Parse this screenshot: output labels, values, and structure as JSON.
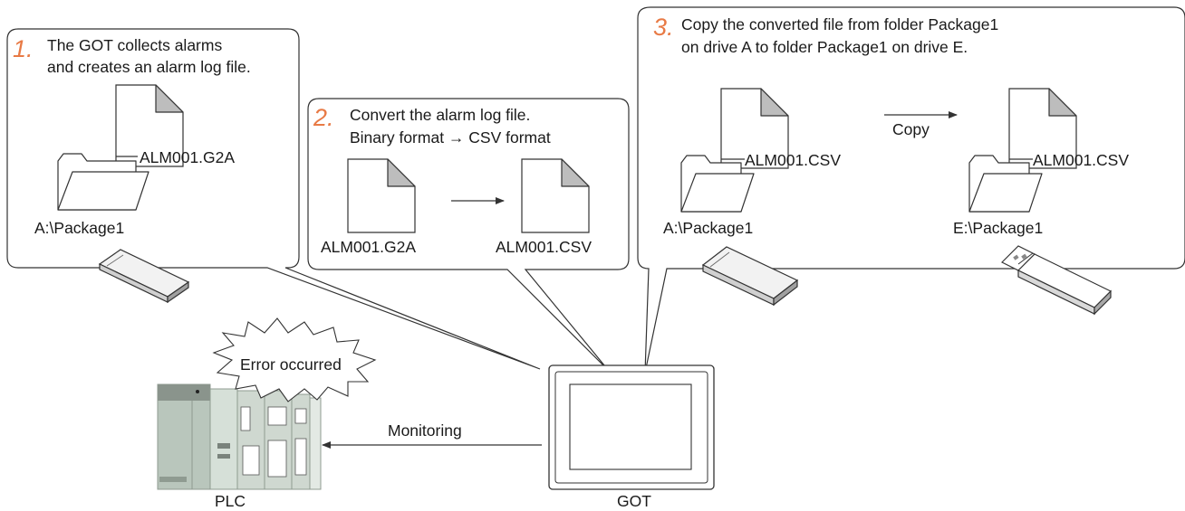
{
  "steps": [
    {
      "number": "1.",
      "line1": "The GOT collects alarms",
      "line2": "and creates an alarm log file.",
      "file": "ALM001.G2A",
      "folder": "A:\\Package1"
    },
    {
      "number": "2.",
      "line1": "Convert the alarm log file.",
      "line2": "Binary format → CSV format",
      "source_file": "ALM001.G2A",
      "target_file": "ALM001.CSV"
    },
    {
      "number": "3.",
      "line1": "Copy the converted file from folder Package1",
      "line2": "on drive A to folder Package1 on drive E.",
      "source_file": "ALM001.CSV",
      "source_folder": "A:\\Package1",
      "copy_label": "Copy",
      "target_file": "ALM001.CSV",
      "target_folder": "E:\\Package1"
    }
  ],
  "error_text": "Error occurred",
  "monitoring_label": "Monitoring",
  "plc_label": "PLC",
  "got_label": "GOT",
  "colors": {
    "step_number": "#e87a45",
    "plc_body": "#cfd8d0",
    "file_fold": "#bdbdbd"
  }
}
